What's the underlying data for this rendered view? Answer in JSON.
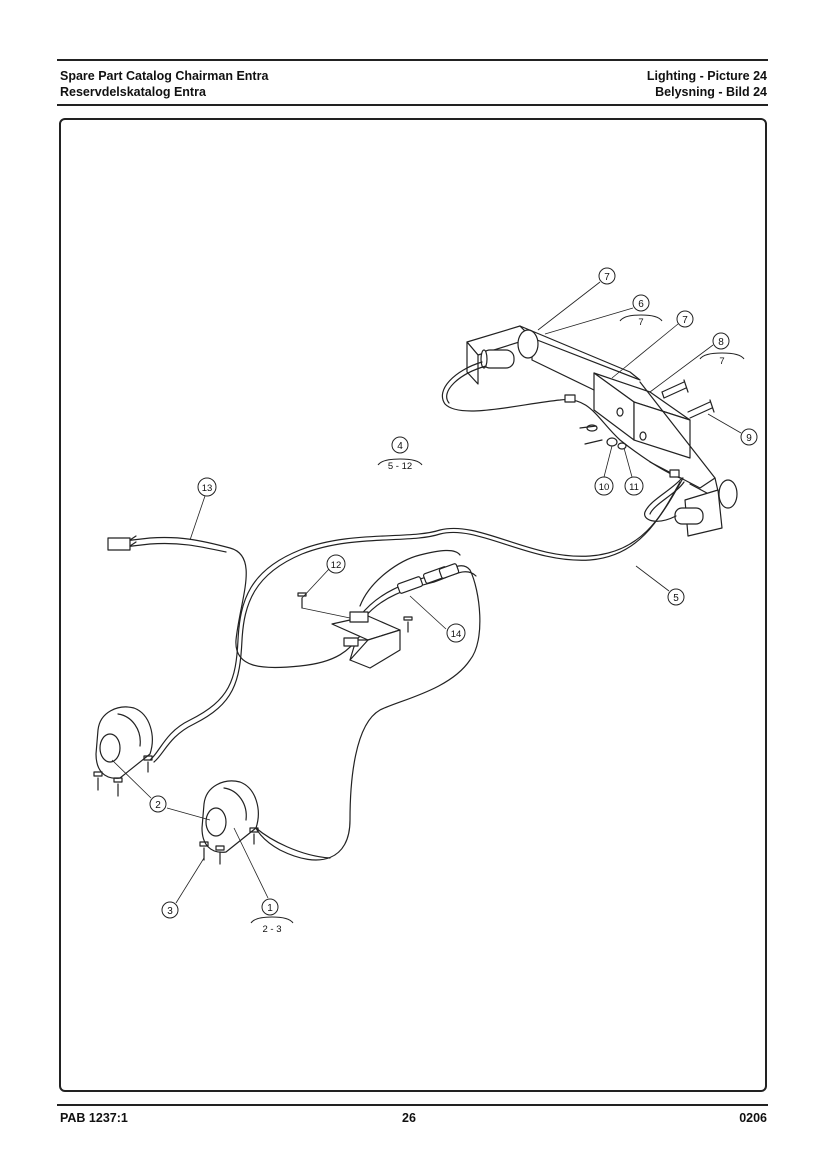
{
  "header": {
    "title_en": "Spare Part Catalog Chairman Entra",
    "title_sv": "Reservdelskatalog Entra",
    "section_en": "Lighting - Picture 24",
    "section_sv": "Belysning - Bild 24"
  },
  "callouts": [
    {
      "id": "c1",
      "num": "1",
      "sub": "2 - 3"
    },
    {
      "id": "c2",
      "num": "2"
    },
    {
      "id": "c3",
      "num": "3"
    },
    {
      "id": "c4",
      "num": "4",
      "sub": "5 - 12"
    },
    {
      "id": "c5",
      "num": "5"
    },
    {
      "id": "c6",
      "num": "6",
      "sub": "7"
    },
    {
      "id": "c7a",
      "num": "7"
    },
    {
      "id": "c7b",
      "num": "7"
    },
    {
      "id": "c8",
      "num": "8",
      "sub": "7"
    },
    {
      "id": "c9",
      "num": "9"
    },
    {
      "id": "c10",
      "num": "10"
    },
    {
      "id": "c11",
      "num": "11"
    },
    {
      "id": "c12",
      "num": "12"
    },
    {
      "id": "c13",
      "num": "13"
    },
    {
      "id": "c14",
      "num": "14"
    }
  ],
  "footer": {
    "doc_number": "PAB 1237:1",
    "page_number": "26",
    "revision": "0206"
  }
}
